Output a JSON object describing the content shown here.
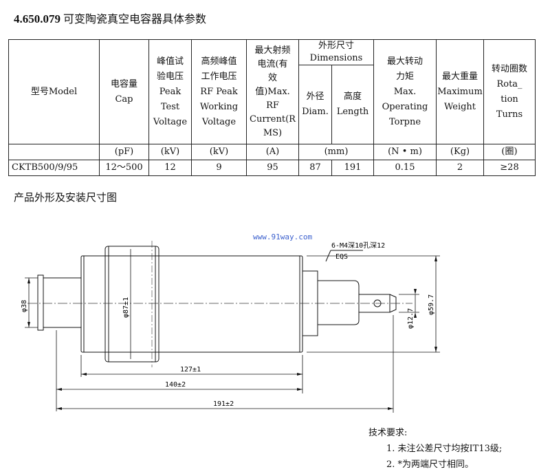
{
  "title": {
    "code": "4.650.079",
    "text": "可变陶瓷真空电容器具体参数"
  },
  "table": {
    "model_header": "型号Model",
    "cap_header": "电容量\nCap",
    "peak_header": "峰值试\n验电压\nPeak\nTest\nVoltage",
    "rf_header": "高频峰值\n工作电压\nRF Peak\nWorking\nVoltage",
    "current_header": "最大射频\n电流(有\n效\n值)Max.\nRF\nCurrent(R\nMS)",
    "dim_header": "外形尺寸\nDimensions",
    "diam_header": "外径\nDiam.",
    "length_header": "高度\nLength",
    "torque_header": "最大转动\n力矩\nMax.\nOperating\nTorpne",
    "weight_header": "最大重量\nMaximum\nWeight",
    "turns_header": "转动圈数\nRota_\ntion\nTurns",
    "units": {
      "cap": "(pF)",
      "peak": "(kV)",
      "rf": "(kV)",
      "current": "(A)",
      "dims": "(mm)",
      "torque": "(N • m)",
      "weight": "(Kg)",
      "turns": "(圈)"
    },
    "row": {
      "model": "CKTB500/9/95",
      "cap": "12～500",
      "peak": "12",
      "rf": "9",
      "current": "95",
      "diam": "87",
      "length": "191",
      "torque": "0.15",
      "weight": "2",
      "turns": "≥28"
    }
  },
  "section_title": "产品外形及安装尺寸图",
  "drawing": {
    "watermark": "www.91way.com",
    "hole_note": "6-M4深10孔深12",
    "eqs": "EQS",
    "dia38": "φ38",
    "dia87": "φ87±1",
    "dia59": "φ59.7",
    "dia12": "φ12.7",
    "len127": "127±1",
    "len140": "140±2",
    "len191": "191±2"
  },
  "notes": {
    "heading": "技术要求:",
    "items": [
      "1. 未注公差尺寸均按IT13级;",
      "2. *为两端尺寸相同。"
    ]
  }
}
